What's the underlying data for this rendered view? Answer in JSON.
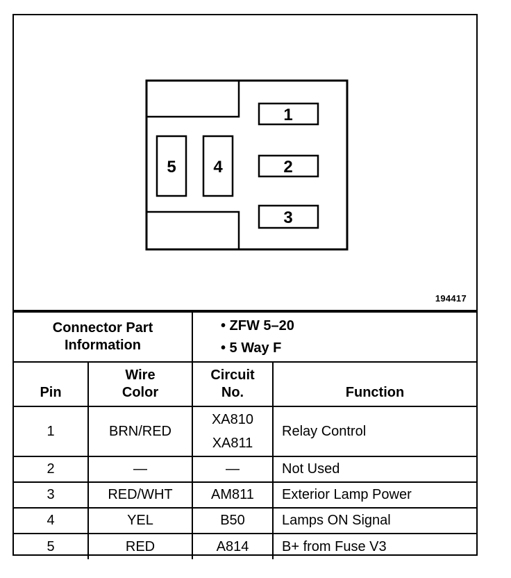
{
  "diagram": {
    "cavities": [
      {
        "label": "1"
      },
      {
        "label": "2"
      },
      {
        "label": "3"
      },
      {
        "label": "4"
      },
      {
        "label": "5"
      }
    ],
    "part_number": "194417"
  },
  "connector_info": {
    "label_line1": "Connector Part",
    "label_line2": "Information",
    "items": [
      "• ZFW 5–20",
      "• 5 Way F"
    ]
  },
  "table": {
    "headers": {
      "pin": "Pin",
      "wire_color_line1": "Wire",
      "wire_color_line2": "Color",
      "circuit_line1": "Circuit",
      "circuit_line2": "No.",
      "function": "Function"
    },
    "rows": [
      {
        "pin": "1",
        "wire": "BRN/RED",
        "circuit": [
          "XA810",
          "XA811"
        ],
        "function": "Relay Control"
      },
      {
        "pin": "2",
        "wire": "—",
        "circuit": [
          "—"
        ],
        "function": "Not Used"
      },
      {
        "pin": "3",
        "wire": "RED/WHT",
        "circuit": [
          "AM811"
        ],
        "function": "Exterior Lamp Power"
      },
      {
        "pin": "4",
        "wire": "YEL",
        "circuit": [
          "B50"
        ],
        "function": "Lamps ON Signal"
      },
      {
        "pin": "5",
        "wire": "RED",
        "circuit": [
          "A814"
        ],
        "function": "B+ from Fuse V3"
      }
    ]
  }
}
